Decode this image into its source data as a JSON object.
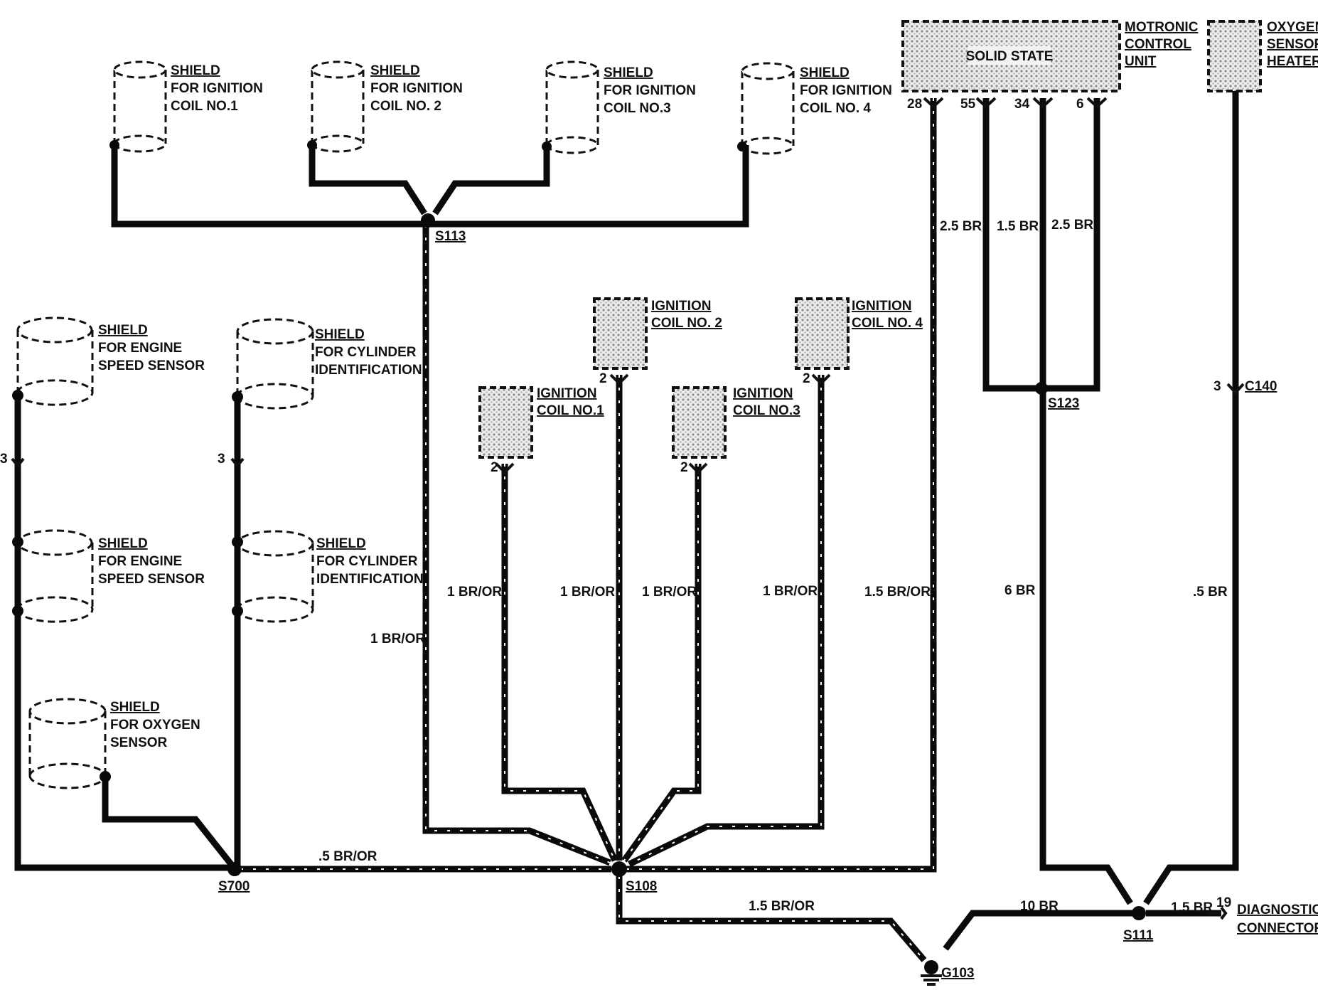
{
  "shields": {
    "coil1": [
      "SHIELD",
      "FOR IGNITION",
      "COIL NO.1"
    ],
    "coil2": [
      "SHIELD",
      "FOR IGNITION",
      "COIL NO. 2"
    ],
    "coil3": [
      "SHIELD",
      "FOR IGNITION",
      "COIL NO.3"
    ],
    "coil4": [
      "SHIELD",
      "FOR IGNITION",
      "COIL NO. 4"
    ],
    "speed_a": [
      "SHIELD",
      "FOR ENGINE",
      "SPEED SENSOR"
    ],
    "speed_b": [
      "SHIELD",
      "FOR ENGINE",
      "SPEED SENSOR"
    ],
    "cyl_a": [
      "SHIELD",
      "FOR CYLINDER",
      "IDENTIFICATION"
    ],
    "cyl_b": [
      "SHIELD",
      "FOR CYLINDER",
      "IDENTIFICATION"
    ],
    "oxygen": [
      "SHIELD",
      "FOR OXYGEN",
      "SENSOR"
    ]
  },
  "components": {
    "coil1": [
      "IGNITION",
      "COIL NO.1"
    ],
    "coil2": [
      "IGNITION",
      "COIL NO. 2"
    ],
    "coil3": [
      "IGNITION",
      "COIL NO.3"
    ],
    "coil4": [
      "IGNITION",
      "COIL NO. 4"
    ],
    "ecu": [
      "MOTRONIC",
      "CONTROL",
      "UNIT"
    ],
    "ecu_inner": "SOLID STATE",
    "heater": [
      "OXYGEN",
      "SENSOR",
      "HEATER"
    ],
    "diag": [
      "DIAGNOSTIC",
      "CONNECTOR"
    ]
  },
  "pins": {
    "coil1": "2",
    "coil2": "2",
    "coil3": "2",
    "coil4": "2",
    "ecu_28": "28",
    "ecu_55": "55",
    "ecu_34": "34",
    "ecu_6": "6",
    "c140": "3",
    "speed": "3",
    "cyl": "3",
    "diag": "19"
  },
  "splices": {
    "s113": "S113",
    "s108": "S108",
    "s700": "S700",
    "s123": "S123",
    "s111": "S111",
    "c140": "C140",
    "g103": "G103"
  },
  "wires": {
    "s113_s108": "1 BR/OR",
    "coil1": "1 BR/OR",
    "coil2": "1 BR/OR",
    "coil3": "1 BR/OR",
    "coil4": "1 BR/OR",
    "ecu28": "1.5 BR/OR",
    "s700_s108": ".5 BR/OR",
    "ecu55": "2.5 BR",
    "ecu34": "1.5 BR",
    "ecu6": "2.5 BR",
    "s123_s111": "6 BR",
    "heater_s111": ".5 BR",
    "s108_g103": "1.5 BR/OR",
    "g103_s111": "10 BR",
    "s111_diag": "1.5 BR"
  }
}
